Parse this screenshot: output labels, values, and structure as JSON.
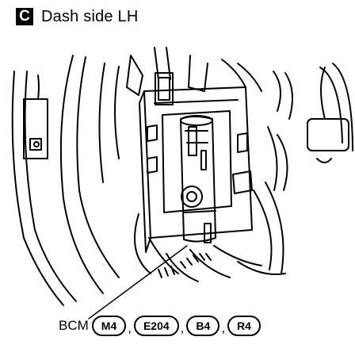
{
  "header": {
    "badge_letter": "C",
    "title": "Dash side LH"
  },
  "callout": {
    "label": "BCM",
    "connectors": [
      {
        "code": "M4"
      },
      {
        "code": "E204"
      },
      {
        "code": "B4"
      },
      {
        "code": "R4"
      }
    ],
    "separator": ","
  }
}
